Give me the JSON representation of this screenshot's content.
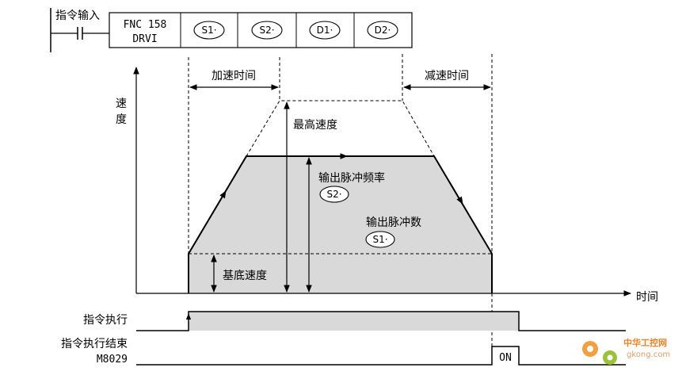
{
  "instruction": {
    "input_label": "指令输入",
    "fnc": "FNC 158",
    "name": "DRVI",
    "operands": [
      "S1·",
      "S2·",
      "D1·",
      "D2·"
    ]
  },
  "diagram": {
    "y_axis_label": [
      "速",
      "度"
    ],
    "x_axis_label": "时间",
    "accel_time": "加速时间",
    "decel_time": "减速时间",
    "max_speed": "最高速度",
    "output_freq": "输出脉冲频率",
    "output_freq_op": "S2·",
    "output_count": "输出脉冲数",
    "output_count_op": "S1·",
    "base_speed": "基底速度"
  },
  "timing": {
    "exec_label": "指令执行",
    "done_label": "指令执行结束",
    "done_flag": "M8029",
    "on_text": "ON"
  },
  "watermark": {
    "title": "中华工控网",
    "url": "gkong.com"
  }
}
